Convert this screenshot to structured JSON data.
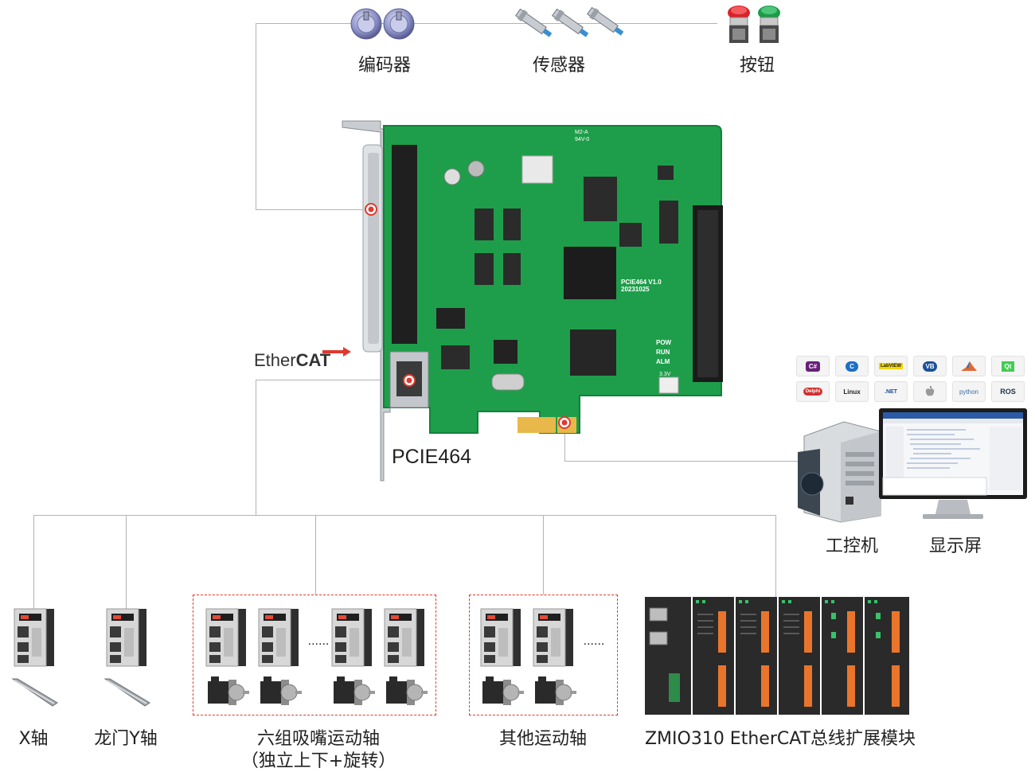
{
  "top_devices": {
    "encoder": "编码器",
    "sensor": "传感器",
    "button": "按钮"
  },
  "board": {
    "name": "PCIE464",
    "silk_model": "PCIE464 V1.0",
    "silk_date": "20231025",
    "silk_top1": "M2-A",
    "silk_top2": "94V-0",
    "led_pow": "POW",
    "led_run": "RUN",
    "led_alm": "ALM",
    "voltage_label": "3.3V"
  },
  "ethercat": {
    "text_ether": "Ether",
    "text_cat": "CAT",
    "colors": {
      "arrow": "#e0392f",
      "text": "#333333"
    }
  },
  "software_logos": [
    {
      "name": "csharp",
      "text": "C#",
      "color": "#68217a"
    },
    {
      "name": "cpp",
      "text": "C",
      "color": "#1c6fc4"
    },
    {
      "name": "labview",
      "text": "LabVIEW",
      "color": "#222222"
    },
    {
      "name": "vb",
      "text": "VB",
      "color": "#1c4f9c"
    },
    {
      "name": "matlab",
      "text": "",
      "color": "#e16737"
    },
    {
      "name": "qt",
      "text": "Qt",
      "color": "#41cd52"
    },
    {
      "name": "delphi",
      "text": "Delphi",
      "color": "#d32f2f"
    },
    {
      "name": "linux",
      "text": "Linux",
      "color": "#222222"
    },
    {
      "name": "dotnet",
      "text": ".NET",
      "color": "#1c4f9c"
    },
    {
      "name": "apple",
      "text": "",
      "color": "#999999"
    },
    {
      "name": "python",
      "text": "python",
      "color": "#3b6ea5"
    },
    {
      "name": "ros",
      "text": "ROS",
      "color": "#22314e"
    }
  ],
  "pc": {
    "ipc_label": "工控机",
    "screen_label": "显示屏"
  },
  "bottom_devices": {
    "x_axis": "X轴",
    "gantry_y": "龙门Y轴",
    "nozzle_line1": "六组吸嘴运动轴",
    "nozzle_line2": "（独立上下+旋转）",
    "other_axes": "其他运动轴",
    "zmio": "ZMIO310 EtherCAT总线扩展模块",
    "ellipsis": "......"
  },
  "colors": {
    "wire": "#b3b3b3",
    "pcb": "#1e9e4a",
    "pcb_dark": "#16813b",
    "accent_red": "#e0392f",
    "gold": "#e8b84a",
    "servo_gray": "#d7d7d7",
    "module_dark": "#2a2a2a"
  }
}
